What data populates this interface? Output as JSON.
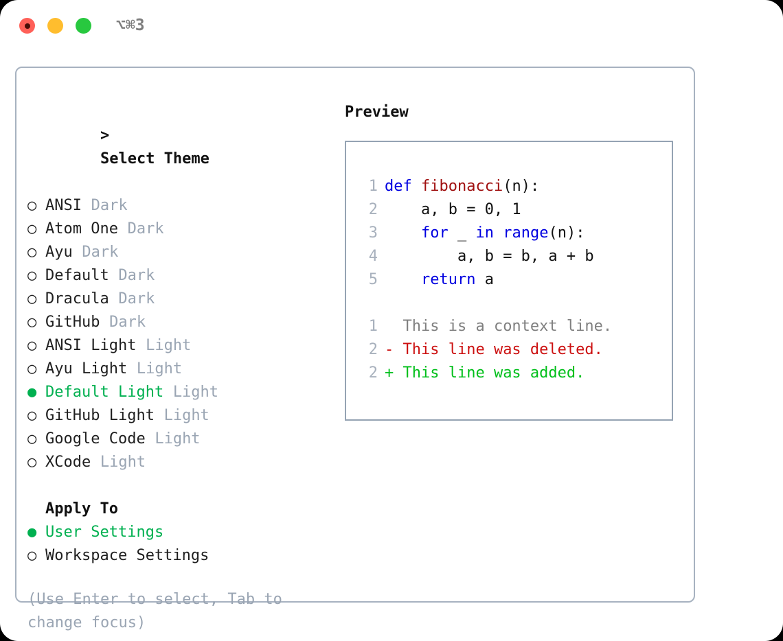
{
  "titlebar": {
    "shortcut": "⌥⌘3",
    "buttons": {
      "close": "close",
      "minimize": "minimize",
      "maximize": "maximize"
    }
  },
  "theme_picker": {
    "caret": ">",
    "heading": "Select Theme",
    "bullet_unselected": "○",
    "bullet_selected": "●",
    "items": [
      {
        "name": "ANSI",
        "kind": "Dark",
        "selected": false
      },
      {
        "name": "Atom One",
        "kind": "Dark",
        "selected": false
      },
      {
        "name": "Ayu",
        "kind": "Dark",
        "selected": false
      },
      {
        "name": "Default",
        "kind": "Dark",
        "selected": false
      },
      {
        "name": "Dracula",
        "kind": "Dark",
        "selected": false
      },
      {
        "name": "GitHub",
        "kind": "Dark",
        "selected": false
      },
      {
        "name": "ANSI Light",
        "kind": "Light",
        "selected": false
      },
      {
        "name": "Ayu Light",
        "kind": "Light",
        "selected": false
      },
      {
        "name": "Default Light",
        "kind": "Light",
        "selected": true
      },
      {
        "name": "GitHub Light",
        "kind": "Light",
        "selected": false
      },
      {
        "name": "Google Code",
        "kind": "Light",
        "selected": false
      },
      {
        "name": "XCode",
        "kind": "Light",
        "selected": false
      }
    ]
  },
  "apply_to": {
    "heading": "Apply To",
    "items": [
      {
        "name": "User Settings",
        "selected": true
      },
      {
        "name": "Workspace Settings",
        "selected": false
      }
    ]
  },
  "hint": "(Use Enter to select, Tab to change focus)",
  "preview": {
    "title": "Preview",
    "code_lines": [
      {
        "num": "1",
        "indent": "",
        "tokens": [
          {
            "t": "def ",
            "c": "kw"
          },
          {
            "t": "fibonacci",
            "c": "fn"
          },
          {
            "t": "(n):",
            "c": ""
          }
        ]
      },
      {
        "num": "2",
        "indent": "    ",
        "tokens": [
          {
            "t": "a, b = 0, 1",
            "c": ""
          }
        ]
      },
      {
        "num": "3",
        "indent": "    ",
        "tokens": [
          {
            "t": "for ",
            "c": "kw"
          },
          {
            "t": "_ ",
            "c": ""
          },
          {
            "t": "in ",
            "c": "kw"
          },
          {
            "t": "range",
            "c": "kw"
          },
          {
            "t": "(n):",
            "c": ""
          }
        ]
      },
      {
        "num": "4",
        "indent": "        ",
        "tokens": [
          {
            "t": "a, b = b, a + b",
            "c": ""
          }
        ]
      },
      {
        "num": "5",
        "indent": "    ",
        "tokens": [
          {
            "t": "return ",
            "c": "kw"
          },
          {
            "t": "a",
            "c": ""
          }
        ]
      }
    ],
    "diff_lines": [
      {
        "num": "1",
        "marker": " ",
        "text": "This is a context line.",
        "kind": "ctx"
      },
      {
        "num": "2",
        "marker": "-",
        "text": "This line was deleted.",
        "kind": "del"
      },
      {
        "num": "2",
        "marker": "+",
        "text": "This line was added.",
        "kind": "add"
      }
    ]
  },
  "colors": {
    "selected_green": "#00b050",
    "muted_gray": "#9aa5b3",
    "keyword_blue": "#0000e0",
    "function_red": "#a01010",
    "diff_deleted": "#cc1111",
    "diff_added": "#00bf1a",
    "panel_border": "#a7b2c0",
    "code_box_border": "#95a3b3",
    "dot_close": "#ff6058",
    "dot_minimize": "#ffbd2e",
    "dot_maximize": "#28c83f"
  }
}
